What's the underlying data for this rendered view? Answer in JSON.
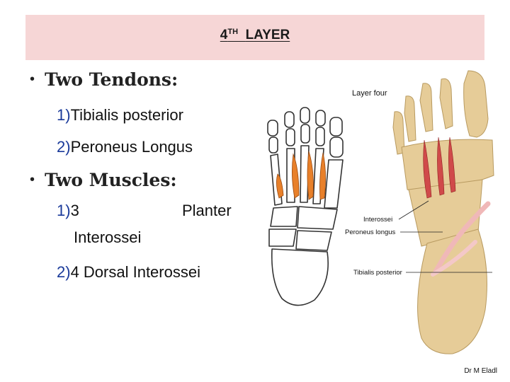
{
  "slide": {
    "title_main": "4",
    "title_sup": "TH",
    "title_rest": "LAYER",
    "colors": {
      "title_band": "#f6d6d6",
      "numbering": "#1a3a9a",
      "tendon_highlight": "#e8802a"
    }
  },
  "content": {
    "bullets": [
      {
        "label": "Two Tendons:",
        "items": [
          {
            "num": "1)",
            "text": "Tibialis posterior"
          },
          {
            "num": "2)",
            "text": "Peroneus Longus"
          }
        ]
      },
      {
        "label": "Two Muscles:",
        "items": [
          {
            "num": "1)",
            "text": "3",
            "text_right": "Planter",
            "text_cont": "Interossei"
          },
          {
            "num": "2)",
            "text": "4 Dorsal Interossei"
          }
        ]
      }
    ]
  },
  "figure": {
    "heading": "Layer four",
    "labels": {
      "interossei": "Interossei",
      "peroneus": "Peroneus longus",
      "tibialis": "Tibialis posterior"
    }
  },
  "footer": {
    "credit": "Dr M Eladl"
  }
}
